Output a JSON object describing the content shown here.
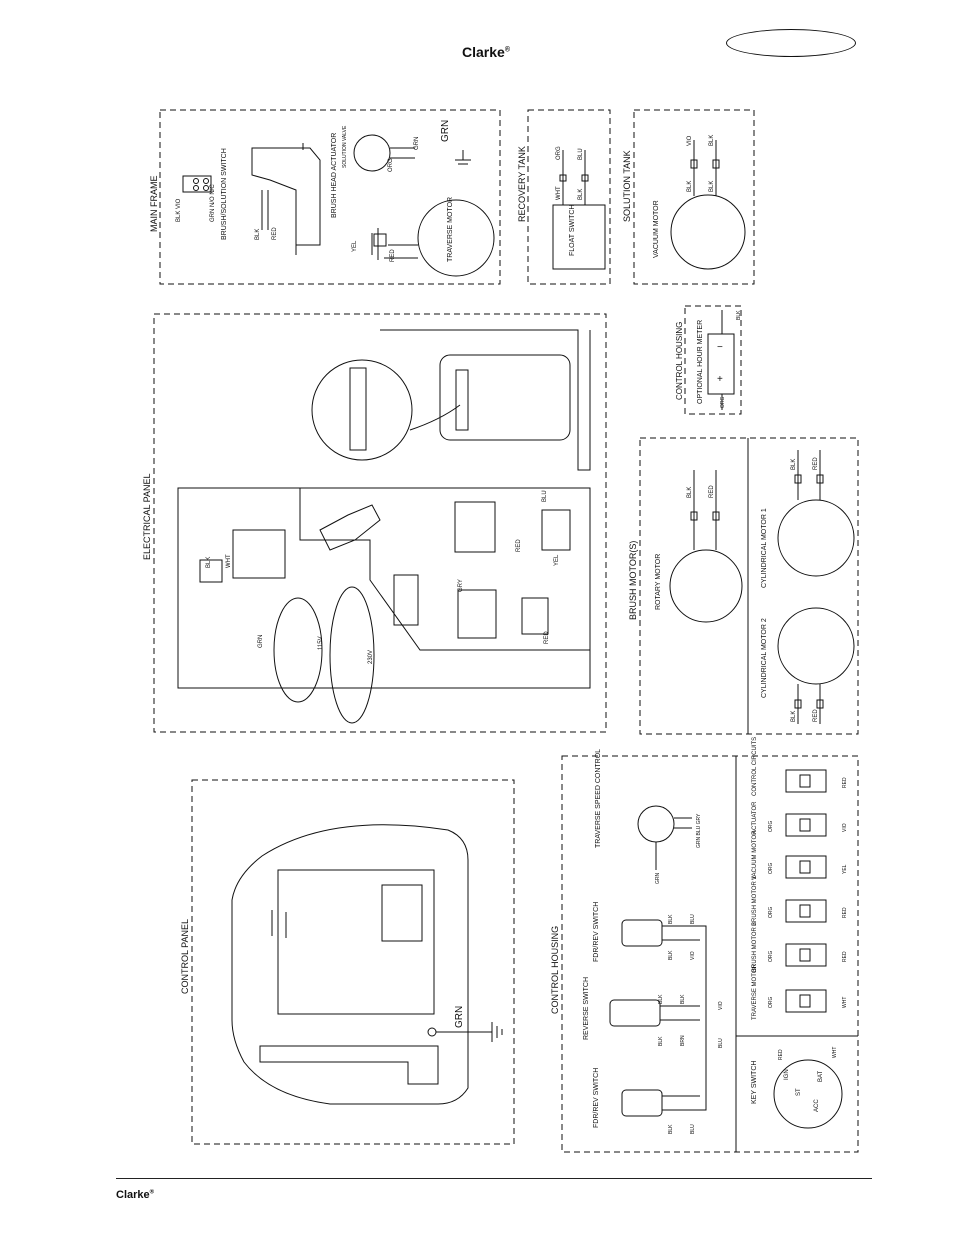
{
  "header": {
    "brand": "Clarke",
    "reg": "®"
  },
  "footer": {
    "brand": "Clarke",
    "reg": "®"
  },
  "sections": {
    "main_frame": "MAIN FRAME",
    "recovery_tank": "RECOVERY TANK",
    "solution_tank": "SOLUTION TANK",
    "electrical_panel": "ELECTRICAL PANEL",
    "control_housing_top": "CONTROL HOUSING",
    "brush_motors": "BRUSH MOTOR(S)",
    "control_panel": "CONTROL PANEL",
    "control_housing_bottom": "CONTROL HOUSING"
  },
  "labels": {
    "brush_solution_switch": "BRUSH/SOLUTION SWITCH",
    "switch_pins_top": "BLK VIO",
    "switch_pins_bottom": "GRN N/O N/C",
    "solution_valve": "SOLUTION VALVE",
    "brush_head_actuator": "BRUSH HEAD ACTUATOR",
    "traverse_motor": "TRAVERSE MOTOR",
    "float_switch": "FLOAT SWITCH",
    "vacuum_motor": "VACUUM MOTOR",
    "optional_hour_meter": "OPTIONAL HOUR METER",
    "rotary_motor": "ROTARY MOTOR",
    "cylindrical_motor_1": "CYLINDRICAL MOTOR 1",
    "cylindrical_motor_2": "CYLINDRICAL MOTOR 2",
    "traverse_speed_control": "TRAVERSE SPEED CONTROL",
    "fdr_rev_switch_1": "FDR/REV SWITCH",
    "reverse_switch": "REVERSE SWITCH",
    "fdr_rev_switch_2": "FDR/REV SWITCH",
    "key_switch": "KEY SWITCH",
    "grn": "GRN",
    "v115": "115V",
    "v230": "230V",
    "plus": "+",
    "minus": "−"
  },
  "wires": {
    "blk": "BLK",
    "red": "RED",
    "grn": "GRN",
    "yel": "YEL",
    "org": "ORG",
    "blu": "BLU",
    "wht": "WHT",
    "vio": "VIO",
    "brn": "BRN",
    "gry": "GRY",
    "grn_blu_gry": "GRN BLU GRY"
  },
  "breakers": [
    {
      "name": "CONTROL CIRCUITS",
      "in": "",
      "out": "RED"
    },
    {
      "name": "ACTUATOR",
      "in": "ORG",
      "out": "VIO"
    },
    {
      "name": "VACUUM MOTOR",
      "in": "ORG",
      "out": "YEL"
    },
    {
      "name": "BRUSH MOTOR 1",
      "in": "ORG",
      "out": "RED"
    },
    {
      "name": "BRUSH MOTOR 2",
      "in": "ORG",
      "out": "RED"
    },
    {
      "name": "TRAVERSE MOTOR",
      "in": "ORG",
      "out": "WHT"
    }
  ],
  "key_switch_terminals": {
    "ign": "IGN",
    "st": "ST",
    "bat": "BAT",
    "acc": "ACC"
  }
}
